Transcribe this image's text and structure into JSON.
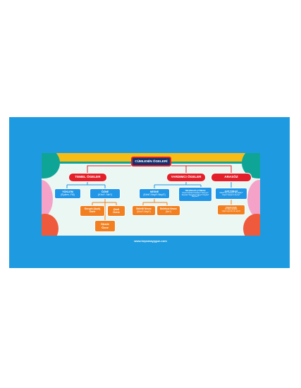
{
  "colors": {
    "frame": "#1e9be0",
    "poster_bg": "#eaf7f2",
    "red": "#e3202a",
    "blue": "#2196e6",
    "orange": "#f28020",
    "navy": "#16306f",
    "yellow": "#f6bd16",
    "teal": "#0fa596",
    "pink": "#f5a2c9",
    "coral": "#ef5a3c"
  },
  "diagram": {
    "title": "CÜMLENİN ÖGELERİ",
    "temel": {
      "label": "TEMEL ÖGELER",
      "yuklem": {
        "label": "YÜKLEM",
        "sub": "(Eylem, Fiil)"
      },
      "ozne": {
        "label": "ÖZNE",
        "sub": "(Kim?- Ne?)"
      },
      "gercek": {
        "line1": "Gerçek (Açık)",
        "line2": "Özne"
      },
      "gizli": {
        "line1": "Gizli",
        "line2": "Özne"
      },
      "sozde": {
        "line1": "Sözde",
        "line2": "Özne"
      }
    },
    "yardimci": {
      "label": "YARDIMCI ÖGELER",
      "nesne": {
        "label": "NESNE",
        "sub": "(Kimi?-Neyi?-Neyi?)"
      },
      "belirtili": {
        "line1": "Belirtili Nesne",
        "line2": "(Kimi?-Neyi?)"
      },
      "belirtisiz": {
        "line1": "Belirtisiz Nesne",
        "line2": "(Ne?)"
      },
      "yer_tamlayici": {
        "line1": "YER (DOLAYLI) TÜMLEÇ",
        "line2": "Kime? Kimde? Kimden? Nereye?",
        "line3": "Nerede? Nereden? Neye? Neyde?",
        "line4": "Neyden?"
      },
      "zarf_tumleci": {
        "line1": "ZARF TÜMLECİ",
        "line2": "Nasıl? Ne zaman? Ne kadar?",
        "line3": "Niçin? Neden? Ne ile?"
      }
    },
    "arasoz": {
      "label": "ARASÖZ",
      "desc": {
        "line1": "Cümle içinde",
        "line2": "bir öğeyi açıklar,",
        "line3": "virgül veya tire ile ayrılır."
      }
    },
    "website": "www.hepsmayygun.com"
  }
}
